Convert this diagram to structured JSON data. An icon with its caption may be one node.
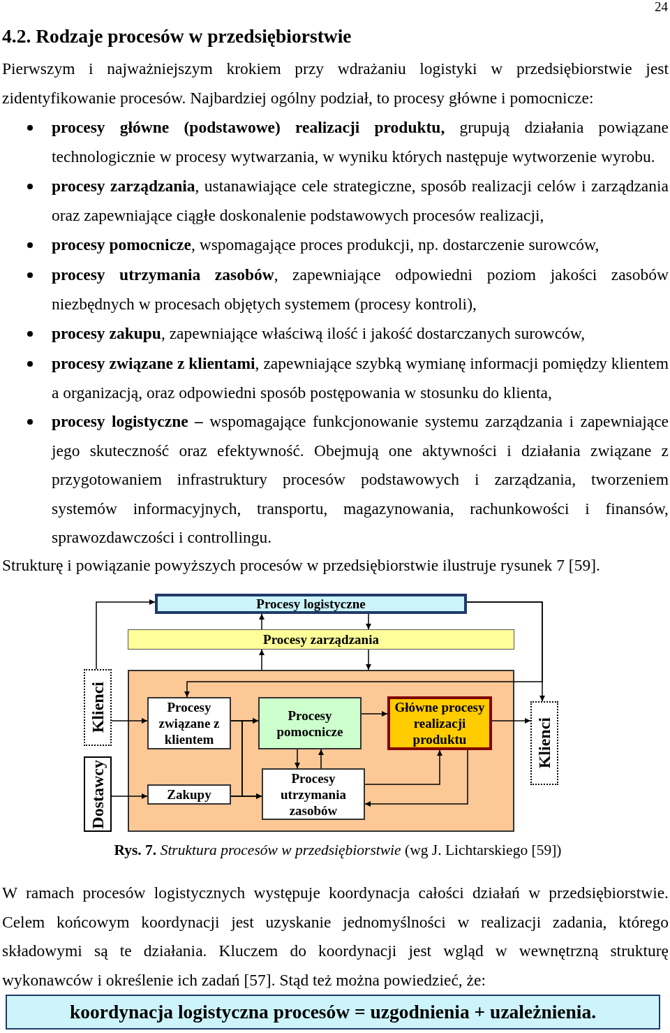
{
  "diagram": {
    "title": "4.2. Rodzaje procesów w przedsiębiorstwie",
    "caption": "**Rys. 7.** *Struktura procesów w przedsiębiorstwie* (wg J. Lichtarskiego [59])",
    "nodes": [
      {
        "text": [
          "Procesy logistyczne"
        ]
      },
      {
        "text": [
          "Procesy zarządzania"
        ]
      },
      {
        "text": [],
        "shape": "box"
      },
      {
        "text": [
          "Klienci"
        ]
      },
      {
        "text": [
          "Procesy związane z klientem"
        ],
        "in": 2
      },
      {
        "text": [
          "Procesy pomocnicze"
        ],
        "in": 2
      },
      {
        "text": [
          "Główne procesy realizacji produktu"
        ],
        "in": 2
      },
      {
        "text": [
          "Klienci"
        ]
      },
      {
        "text": [
          "Dostawcy"
        ]
      },
      {
        "text": [
          "Zakupy"
        ],
        "in": 2
      },
      {
        "text": [
          "Procesy utrzymania zasobów"
        ],
        "in": 2
      },
      {
        "text": [
          "koordynacja logistyczna procesów = uzgodnienia + uzależnienia."
        ]
      }
    ],
    "edges": [
      {
        "from": 3,
        "to": 0,
        "arrow": "to"
      },
      {
        "from": 1,
        "to": 0,
        "arrow": "to"
      },
      {
        "from": 0,
        "to": 1,
        "arrow": "to"
      },
      {
        "from": 2,
        "to": 1,
        "arrow": "to"
      },
      {
        "from": 1,
        "to": 2,
        "arrow": "to"
      },
      {
        "from": 0,
        "to": 7,
        "arrow": "to"
      },
      {
        "from": 0,
        "to": 4,
        "arrow": "to"
      },
      {
        "from": 3,
        "to": 4,
        "arrow": "to"
      },
      {
        "from": 4,
        "to": 5,
        "arrow": "to"
      },
      {
        "from": 4,
        "to": 10,
        "arrow": "to"
      },
      {
        "from": 9,
        "to": 5,
        "arrow": "to"
      },
      {
        "from": 9,
        "to": 10,
        "arrow": "to"
      },
      {
        "from": 8,
        "to": 9,
        "arrow": "to"
      },
      {
        "from": 5,
        "to": 10,
        "arrow": "to"
      },
      {
        "from": 10,
        "to": 5,
        "arrow": "to"
      },
      {
        "from": 5,
        "to": 6,
        "arrow": "to"
      },
      {
        "from": 6,
        "to": 7,
        "arrow": "to"
      },
      {
        "from": 10,
        "to": 6,
        "arrow": "to"
      },
      {
        "from": 6,
        "to": 10,
        "arrow": "to"
      }
    ],
    "labels": [
      "24",
      "Pierwszym i najważniejszym krokiem przy wdrażaniu logistyki w przedsiębiorstwie jest zidentyfikowanie procesów. Najbardziej ogólny podział, to procesy główne i pomocnicze:",
      "**procesy główne (podstawowe) realizacji produktu,** grupują działania powiązane technologicznie w procesy wytwarzania, w wyniku których następuje wytworzenie wyrobu.",
      "**procesy zarządzania**, ustanawiające cele strategiczne, sposób realizacji celów i zarządzania oraz zapewniające ciągłe doskonalenie podstawowych procesów realizacji,",
      "**procesy pomocnicze**, wspomagające proces produkcji, np. dostarczenie surowców,",
      "**procesy utrzymania zasobów**, zapewniające odpowiedni poziom jakości zasobów niezbędnych w procesach objętych systemem (procesy kontroli),",
      "**procesy zakupu**, zapewniające właściwą ilość i jakość dostarczanych surowców,",
      "**procesy związane z klientami**, zapewniające szybką wymianę informacji pomiędzy klientem a organizacją, oraz odpowiedni sposób postępowania w stosunku do klienta,",
      "**procesy logistyczne –** wspomagające funkcjonowanie systemu zarządzania i zapewniające jego skuteczność oraz efektywność. Obejmują one aktywności i działania związane z przygotowaniem infrastruktury procesów podstawowych i zarządzania, tworzeniem systemów informacyjnych, transportu, magazynowania, rachunkowości i finansów, sprawozdawczości i controllingu.",
      "Strukturę i powiązanie powyższych procesów w przedsiębiorstwie ilustruje rysunek 7 [59].",
      "W ramach procesów logistycznych występuje koordynacja całości działań w przedsiębiorstwie. Celem końcowym koordynacji jest uzyskanie jednomyślności w realizacji zadania, którego składowymi są te działania. Kluczem do koordynacji jest wgląd w wewnętrzną strukturę wykonawców i określenie ich zadań [57]. Stąd też można powiedzieć, że:"
    ]
  }
}
